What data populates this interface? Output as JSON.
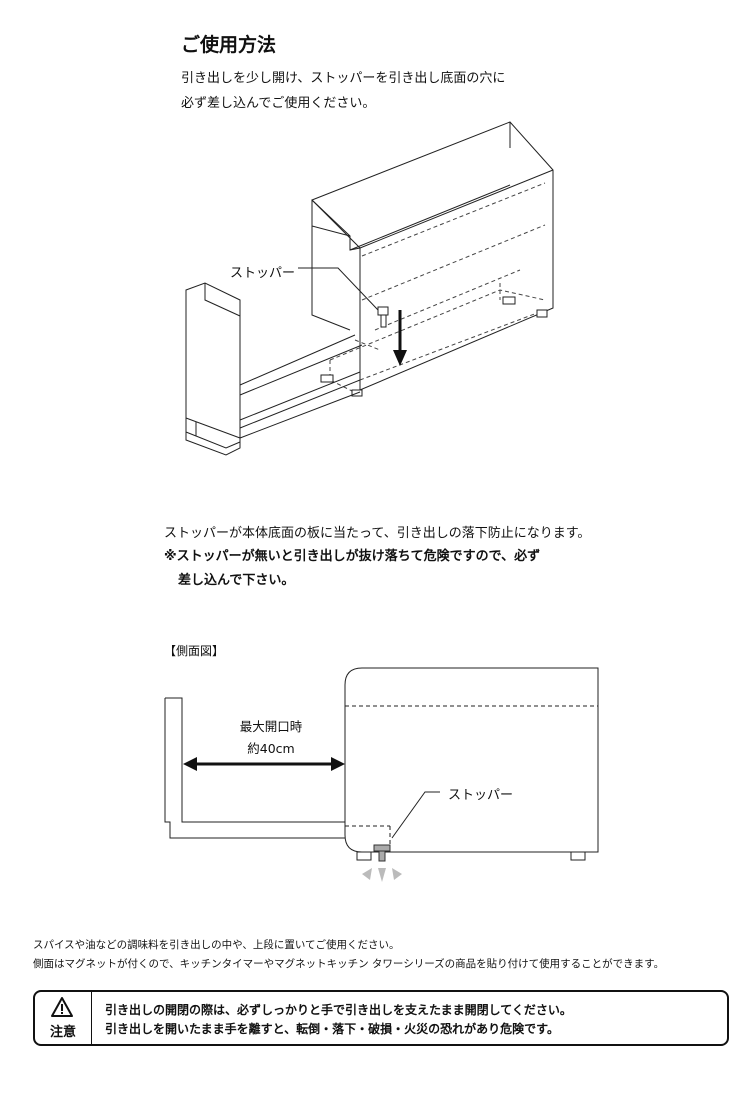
{
  "heading": "ご使用方法",
  "intro_lines": [
    "引き出しを少し開け、ストッパーを引き出し底面の穴に",
    "必ず差し込んでご使用ください。"
  ],
  "diagram1": {
    "stopper_label": "ストッパー"
  },
  "explanation": "ストッパーが本体底面の板に当たって、引き出しの落下防止になります。",
  "warning_lines": [
    "※ストッパーが無いと引き出しが抜け落ちて危険ですので、必ず",
    "差し込んで下さい。"
  ],
  "side_view": {
    "label": "【側面図】",
    "max_open_label": "最大開口時",
    "max_open_value": "約40cm",
    "stopper_label": "ストッパー"
  },
  "tips": [
    "スパイスや油などの調味料を引き出しの中や、上段に置いてご使用ください。",
    "側面はマグネットが付くので、キッチンタイマーやマグネットキッチン タワーシリーズの商品を貼り付けて使用することができます。"
  ],
  "caution": {
    "icon": "warning-triangle-icon",
    "word": "注意",
    "lines": [
      "引き出しの開閉の際は、必ずしっかりと手で引き出しを支えたまま開閉してください。",
      "引き出しを開いたまま手を離すと、転倒・落下・破損・火災の恐れがあり危険です。"
    ]
  }
}
